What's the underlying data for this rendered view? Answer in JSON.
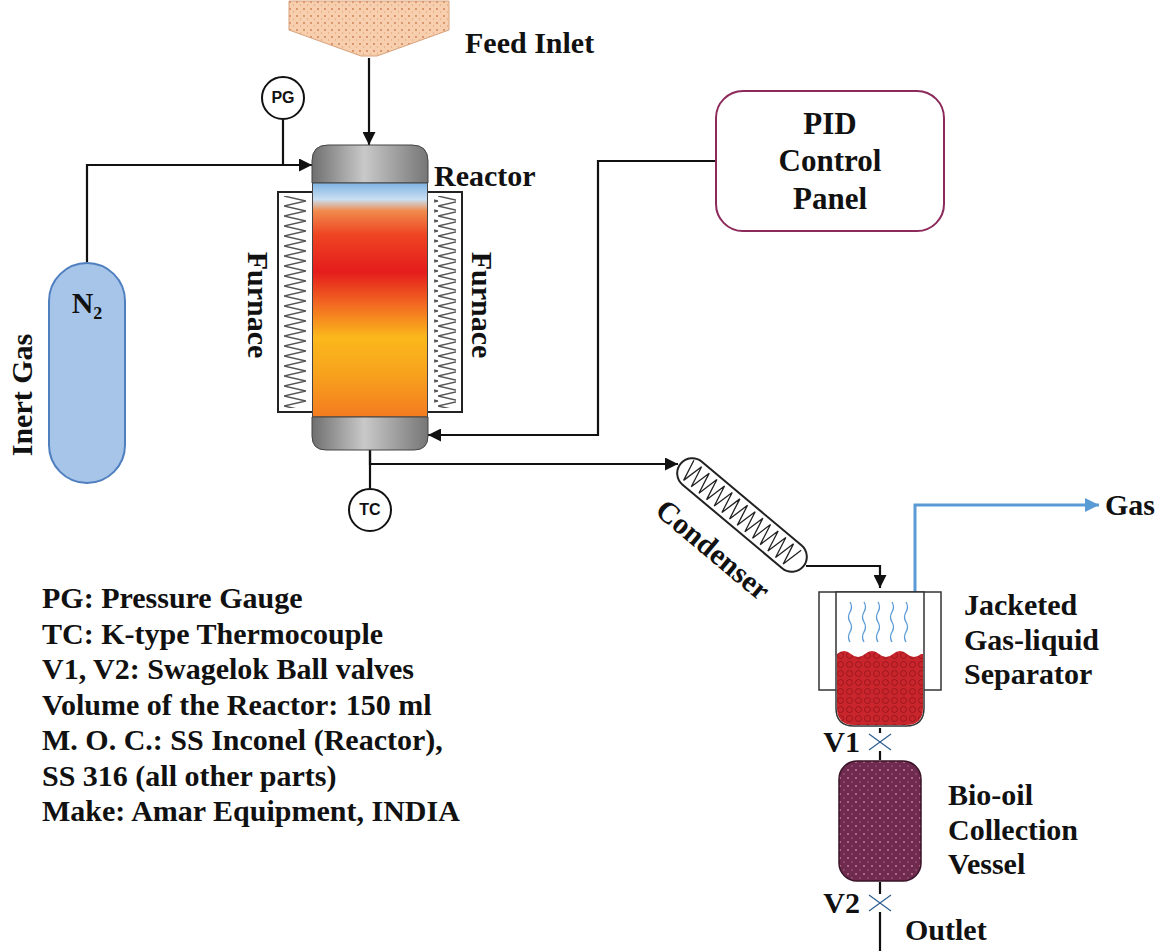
{
  "diagram": {
    "nodes": [
      {
        "text": [
          "Feed Inlet"
        ]
      },
      {
        "text": [
          "PG"
        ]
      },
      {
        "text": [
          "Reactor"
        ]
      },
      {
        "text": [
          "N₂",
          "Inert Gas"
        ]
      },
      {
        "text": [
          "PID Control Panel"
        ]
      },
      {
        "text": [
          "TC"
        ]
      },
      {
        "text": [
          "Condenser"
        ]
      },
      {
        "text": [
          "Jacketed Gas-liquid Separator"
        ]
      },
      {
        "text": [
          "V1"
        ]
      },
      {
        "text": [
          "Bio-oil Collection Vessel"
        ]
      },
      {
        "text": [
          "V2"
        ]
      }
    ],
    "edges": [
      {
        "from": 0,
        "to": 2,
        "arrow": "to"
      },
      {
        "from": 3,
        "to": 2,
        "arrow": "to"
      },
      {
        "from": 1,
        "to": 2,
        "arrow": "none"
      },
      {
        "from": 4,
        "to": 2,
        "arrow": "to"
      },
      {
        "from": 2,
        "to": 5,
        "arrow": "none"
      },
      {
        "from": 2,
        "to": 6,
        "arrow": "to"
      },
      {
        "from": 6,
        "to": 7,
        "arrow": "to"
      },
      {
        "from": 7,
        "to": 8,
        "arrow": "none"
      },
      {
        "from": 8,
        "to": 9,
        "arrow": "none"
      },
      {
        "from": 9,
        "to": 10,
        "arrow": "none"
      }
    ],
    "labels": [
      "Furnace",
      "Furnace",
      "Gas",
      "Outlet",
      "PG: Pressure Gauge",
      "TC: K-type Thermocouple",
      "V1, V2: Swagelok Ball valves",
      "Volume of the Reactor: 150 ml",
      "M. O. C.: SS Inconel (Reactor), SS 316 (all other parts)",
      "Make: Amar Equipment, INDIA"
    ]
  }
}
